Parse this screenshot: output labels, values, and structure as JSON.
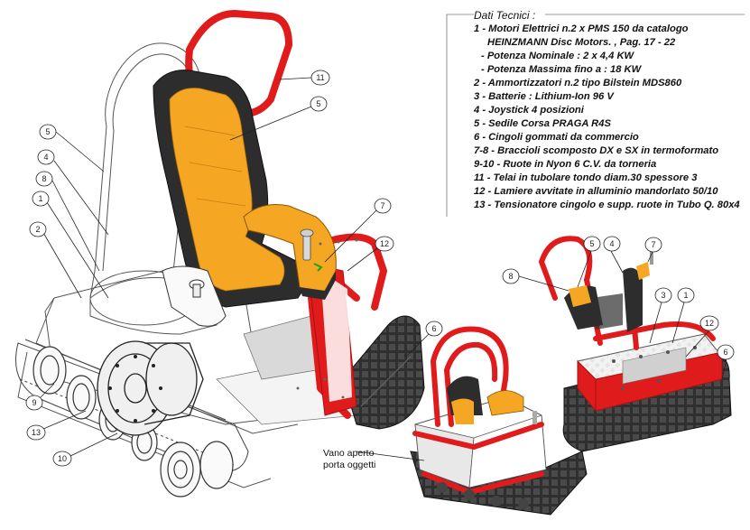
{
  "specs": {
    "title": "Dati Tecnici :",
    "lines": [
      "1 - Motori Elettrici n.2 x PMS 150 da catalogo",
      "HEINZMANN Disc Motors. , Pag. 17 - 22",
      "- Potenza Nominale : 2 x 4,4 KW",
      "- Potenza Massima fino a : 18 KW",
      "2 - Ammortizzatori n.2 tipo Bilstein  MDS860",
      "3 - Batterie : Lithium-Ion  96 V",
      "4 - Joystick 4 posizioni",
      "5 - Sedile Corsa PRAGA R4S",
      "6 - Cingoli gommati da commercio",
      "7-8 - Braccioli scomposto DX e SX in termoformato",
      "9-10 - Ruote in Nyon 6 C.V. da torneria",
      "11 - Telai in tubolare tondo diam.30 spessore 3",
      "12 - Lamiere avvitate in alluminio mandorlato 50/10",
      "13 - Tensionatore cingolo e supp. ruote in Tubo Q. 80x4"
    ]
  },
  "note": {
    "line1": "Vano aperto",
    "line2": "porta oggetti"
  },
  "callouts": {
    "c1": "1",
    "c2": "2",
    "c4": "4",
    "c5a": "5",
    "c5b": "5",
    "c6": "6",
    "c7": "7",
    "c8": "8",
    "c9": "9",
    "c10": "10",
    "c11": "11",
    "c12": "12",
    "c13": "13",
    "r5": "5",
    "r4": "4",
    "r7": "7",
    "r8": "8",
    "r3": "3",
    "r1": "1",
    "r12": "12",
    "r6": "6"
  },
  "colors": {
    "frame_red": "#e01b1b",
    "seat_orange": "#f5a623",
    "seat_dark": "#2d2d2d",
    "track": "#3a3a3a",
    "panel": "#e8e8e8"
  }
}
